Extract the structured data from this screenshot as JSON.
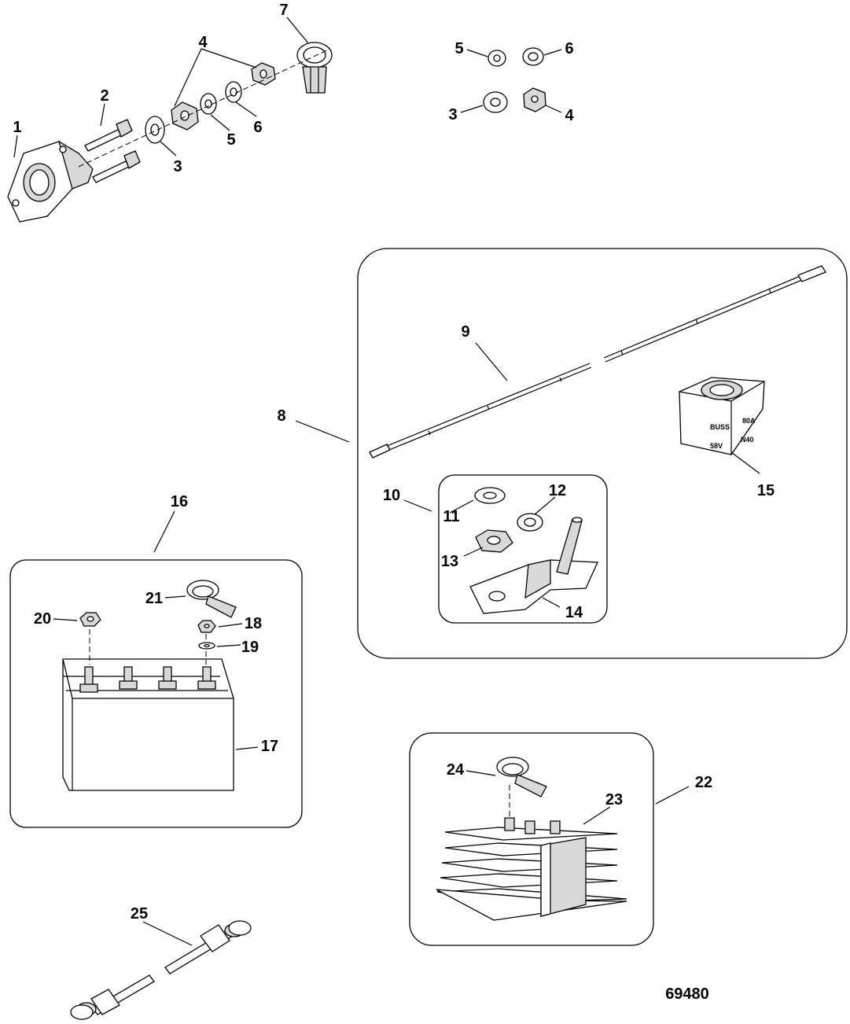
{
  "diagram": {
    "id_number": "69480",
    "callouts": {
      "c1": "1",
      "c2": "2",
      "c3": "3",
      "c4": "4",
      "c5": "5",
      "c6": "6",
      "c7": "7",
      "r5": "5",
      "r6": "6",
      "r3": "3",
      "r4": "4",
      "c8": "8",
      "c9": "9",
      "c10": "10",
      "c11": "11",
      "c12": "12",
      "c13": "13",
      "c14": "14",
      "c15": "15",
      "c16": "16",
      "c17": "17",
      "c18": "18",
      "c19": "19",
      "c20": "20",
      "c21": "21",
      "c22": "22",
      "c23": "23",
      "c24": "24",
      "c25": "25"
    },
    "fuse_label": {
      "brand": "BUSS",
      "amps": "80A",
      "volts": "58V",
      "model": "N40"
    }
  }
}
